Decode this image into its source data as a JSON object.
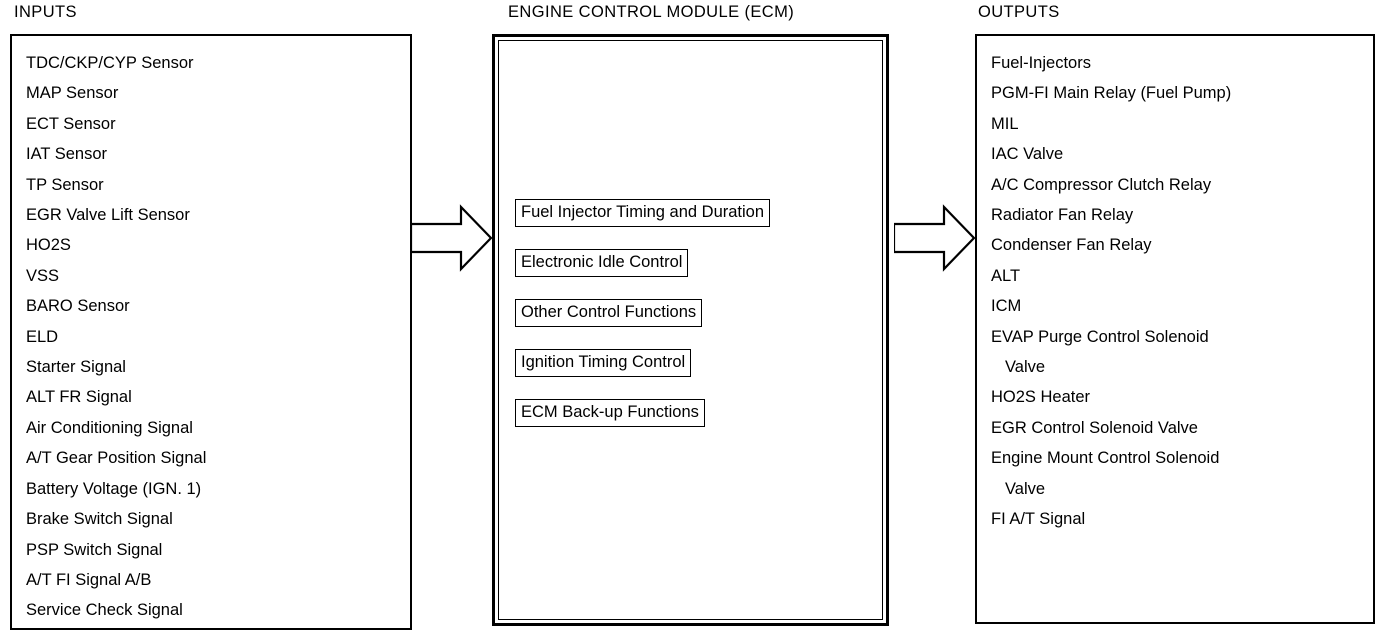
{
  "headings": {
    "inputs": "INPUTS",
    "ecm": "ENGINE CONTROL MODULE (ECM)",
    "outputs": "OUTPUTS"
  },
  "inputs": {
    "items": [
      "TDC/CKP/CYP Sensor",
      "MAP Sensor",
      "ECT Sensor",
      "IAT Sensor",
      "TP Sensor",
      "EGR Valve Lift Sensor",
      "HO2S",
      "VSS",
      "BARO Sensor",
      "ELD",
      "Starter Signal",
      "ALT FR Signal",
      "Air Conditioning Signal",
      "A/T Gear Position Signal",
      "Battery Voltage (IGN. 1)",
      "Brake Switch Signal",
      "PSP Switch Signal",
      "A/T FI Signal A/B",
      "Service Check Signal"
    ]
  },
  "ecm": {
    "functions": [
      "Fuel Injector Timing and Duration",
      "Electronic Idle Control",
      "Other Control Functions",
      "Ignition Timing Control",
      "ECM Back-up Functions"
    ]
  },
  "outputs": {
    "items": [
      {
        "text": "Fuel-Injectors",
        "cont": ""
      },
      {
        "text": "PGM-FI Main Relay (Fuel Pump)",
        "cont": ""
      },
      {
        "text": "MIL",
        "cont": ""
      },
      {
        "text": "IAC Valve",
        "cont": ""
      },
      {
        "text": "A/C Compressor Clutch Relay",
        "cont": ""
      },
      {
        "text": "Radiator Fan Relay",
        "cont": ""
      },
      {
        "text": "Condenser Fan Relay",
        "cont": ""
      },
      {
        "text": "ALT",
        "cont": ""
      },
      {
        "text": "ICM",
        "cont": ""
      },
      {
        "text": "EVAP Purge Control Solenoid",
        "cont": "Valve"
      },
      {
        "text": "HO2S Heater",
        "cont": ""
      },
      {
        "text": "EGR Control Solenoid Valve",
        "cont": ""
      },
      {
        "text": "Engine Mount Control Solenoid",
        "cont": "Valve"
      },
      {
        "text": "FI A/T Signal",
        "cont": ""
      }
    ]
  },
  "arrows": {
    "inputs_to_ecm": "right-block-arrow",
    "ecm_to_outputs": "right-block-arrow"
  },
  "colors": {
    "stroke": "#000000",
    "background": "#ffffff"
  }
}
